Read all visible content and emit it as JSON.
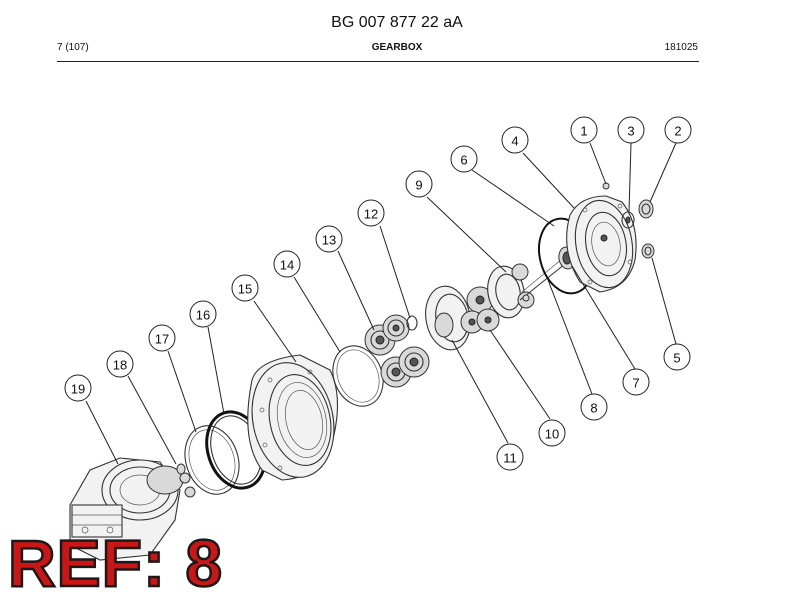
{
  "document": {
    "title": "BG 007 877 22 aA",
    "page": "7 (107)",
    "section": "GEARBOX",
    "code": "181025"
  },
  "ref_badge": "REF: 8",
  "callouts": [
    {
      "label": "1"
    },
    {
      "label": "2"
    },
    {
      "label": "3"
    },
    {
      "label": "4"
    },
    {
      "label": "5"
    },
    {
      "label": "6"
    },
    {
      "label": "7"
    },
    {
      "label": "8"
    },
    {
      "label": "9"
    },
    {
      "label": "10"
    },
    {
      "label": "11"
    },
    {
      "label": "12"
    },
    {
      "label": "13"
    },
    {
      "label": "14"
    },
    {
      "label": "15"
    },
    {
      "label": "16"
    },
    {
      "label": "17"
    },
    {
      "label": "18"
    },
    {
      "label": "19"
    }
  ]
}
